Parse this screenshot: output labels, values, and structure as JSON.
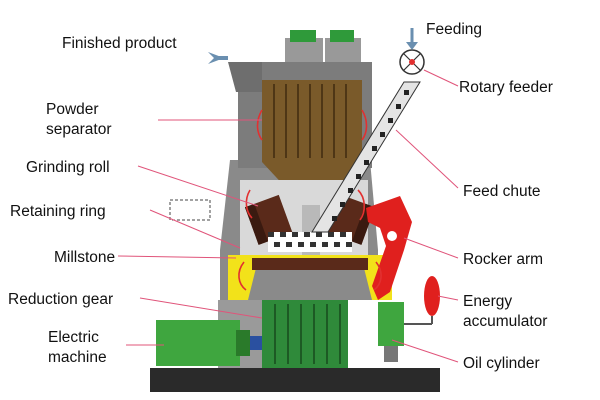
{
  "labels": {
    "finished_product": "Finished product",
    "feeding": "Feeding",
    "rotary_feeder": "Rotary feeder",
    "powder_separator_1": "Powder",
    "powder_separator_2": "separator",
    "grinding_roll": "Grinding roll",
    "feed_chute": "Feed chute",
    "retaining_ring": "Retaining ring",
    "rocker_arm": "Rocker arm",
    "millstone": "Millstone",
    "reduction_gear": "Reduction gear",
    "energy_accumulator_1": "Energy",
    "energy_accumulator_2": "accumulator",
    "electric_machine_1": "Electric",
    "electric_machine_2": "machine",
    "oil_cylinder": "Oil cylinder"
  },
  "colors": {
    "body": "#8a8a8a",
    "body_dark": "#6e6e6e",
    "separator": "#7a5a2a",
    "base": "#2a2a2a",
    "gear": "#2f8a3a",
    "motor": "#3fa63f",
    "rocker": "#e0201e",
    "millstone_yellow": "#f2e21a",
    "leader": "#e0547a",
    "arrow": "#e23030",
    "product_arrow": "#6a8fb0"
  }
}
